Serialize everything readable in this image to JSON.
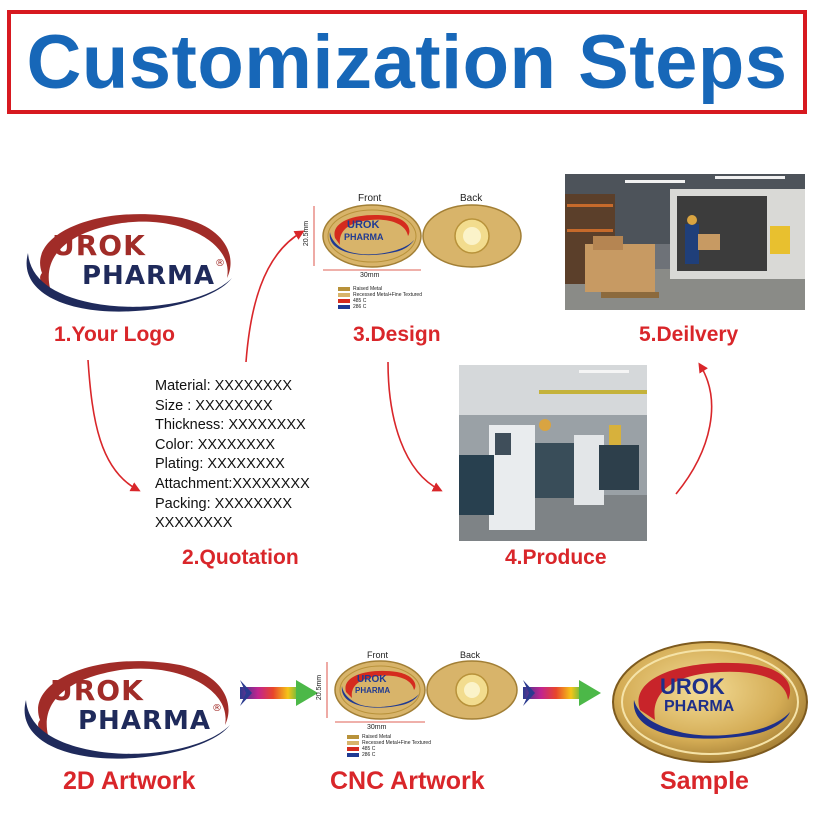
{
  "title": "Customization Steps",
  "steps": [
    {
      "label": "1.Your Logo"
    },
    {
      "label": "2.Quotation"
    },
    {
      "label": "3.Design"
    },
    {
      "label": "4.Produce"
    },
    {
      "label": "5.Deilvery"
    }
  ],
  "logo": {
    "line1": "UROK",
    "line2": "PHARMA",
    "reg": "®"
  },
  "quotation": {
    "lines": [
      "Material: XXXXXXXX",
      "Size : XXXXXXXX",
      "Thickness: XXXXXXXX",
      "Color: XXXXXXXX",
      "Plating: XXXXXXXX",
      "Attachment:XXXXXXXX",
      "Packing: XXXXXXXX",
      "XXXXXXXX"
    ]
  },
  "design": {
    "front_label": "Front",
    "back_label": "Back",
    "width_dim": "30mm",
    "height_dim": "20.5mm",
    "pin_text1": "UROK",
    "pin_text2": "PHARMA",
    "legend": [
      {
        "label": "Raised Metal",
        "color": "#b8923a"
      },
      {
        "label": "Recessed Metal+Fine Textured",
        "color": "#d8b46a"
      },
      {
        "label": "485 C",
        "color": "#d52b1e"
      },
      {
        "label": "286 C",
        "color": "#1f3a93"
      }
    ]
  },
  "bottom": [
    {
      "label": "2D Artwork"
    },
    {
      "label": "CNC Artwork"
    },
    {
      "label": "Sample"
    }
  ],
  "colors": {
    "title_blue": "#1767b8",
    "accent_red": "#d9262a",
    "border_red": "#d71920",
    "gold": "#d4b05a"
  }
}
